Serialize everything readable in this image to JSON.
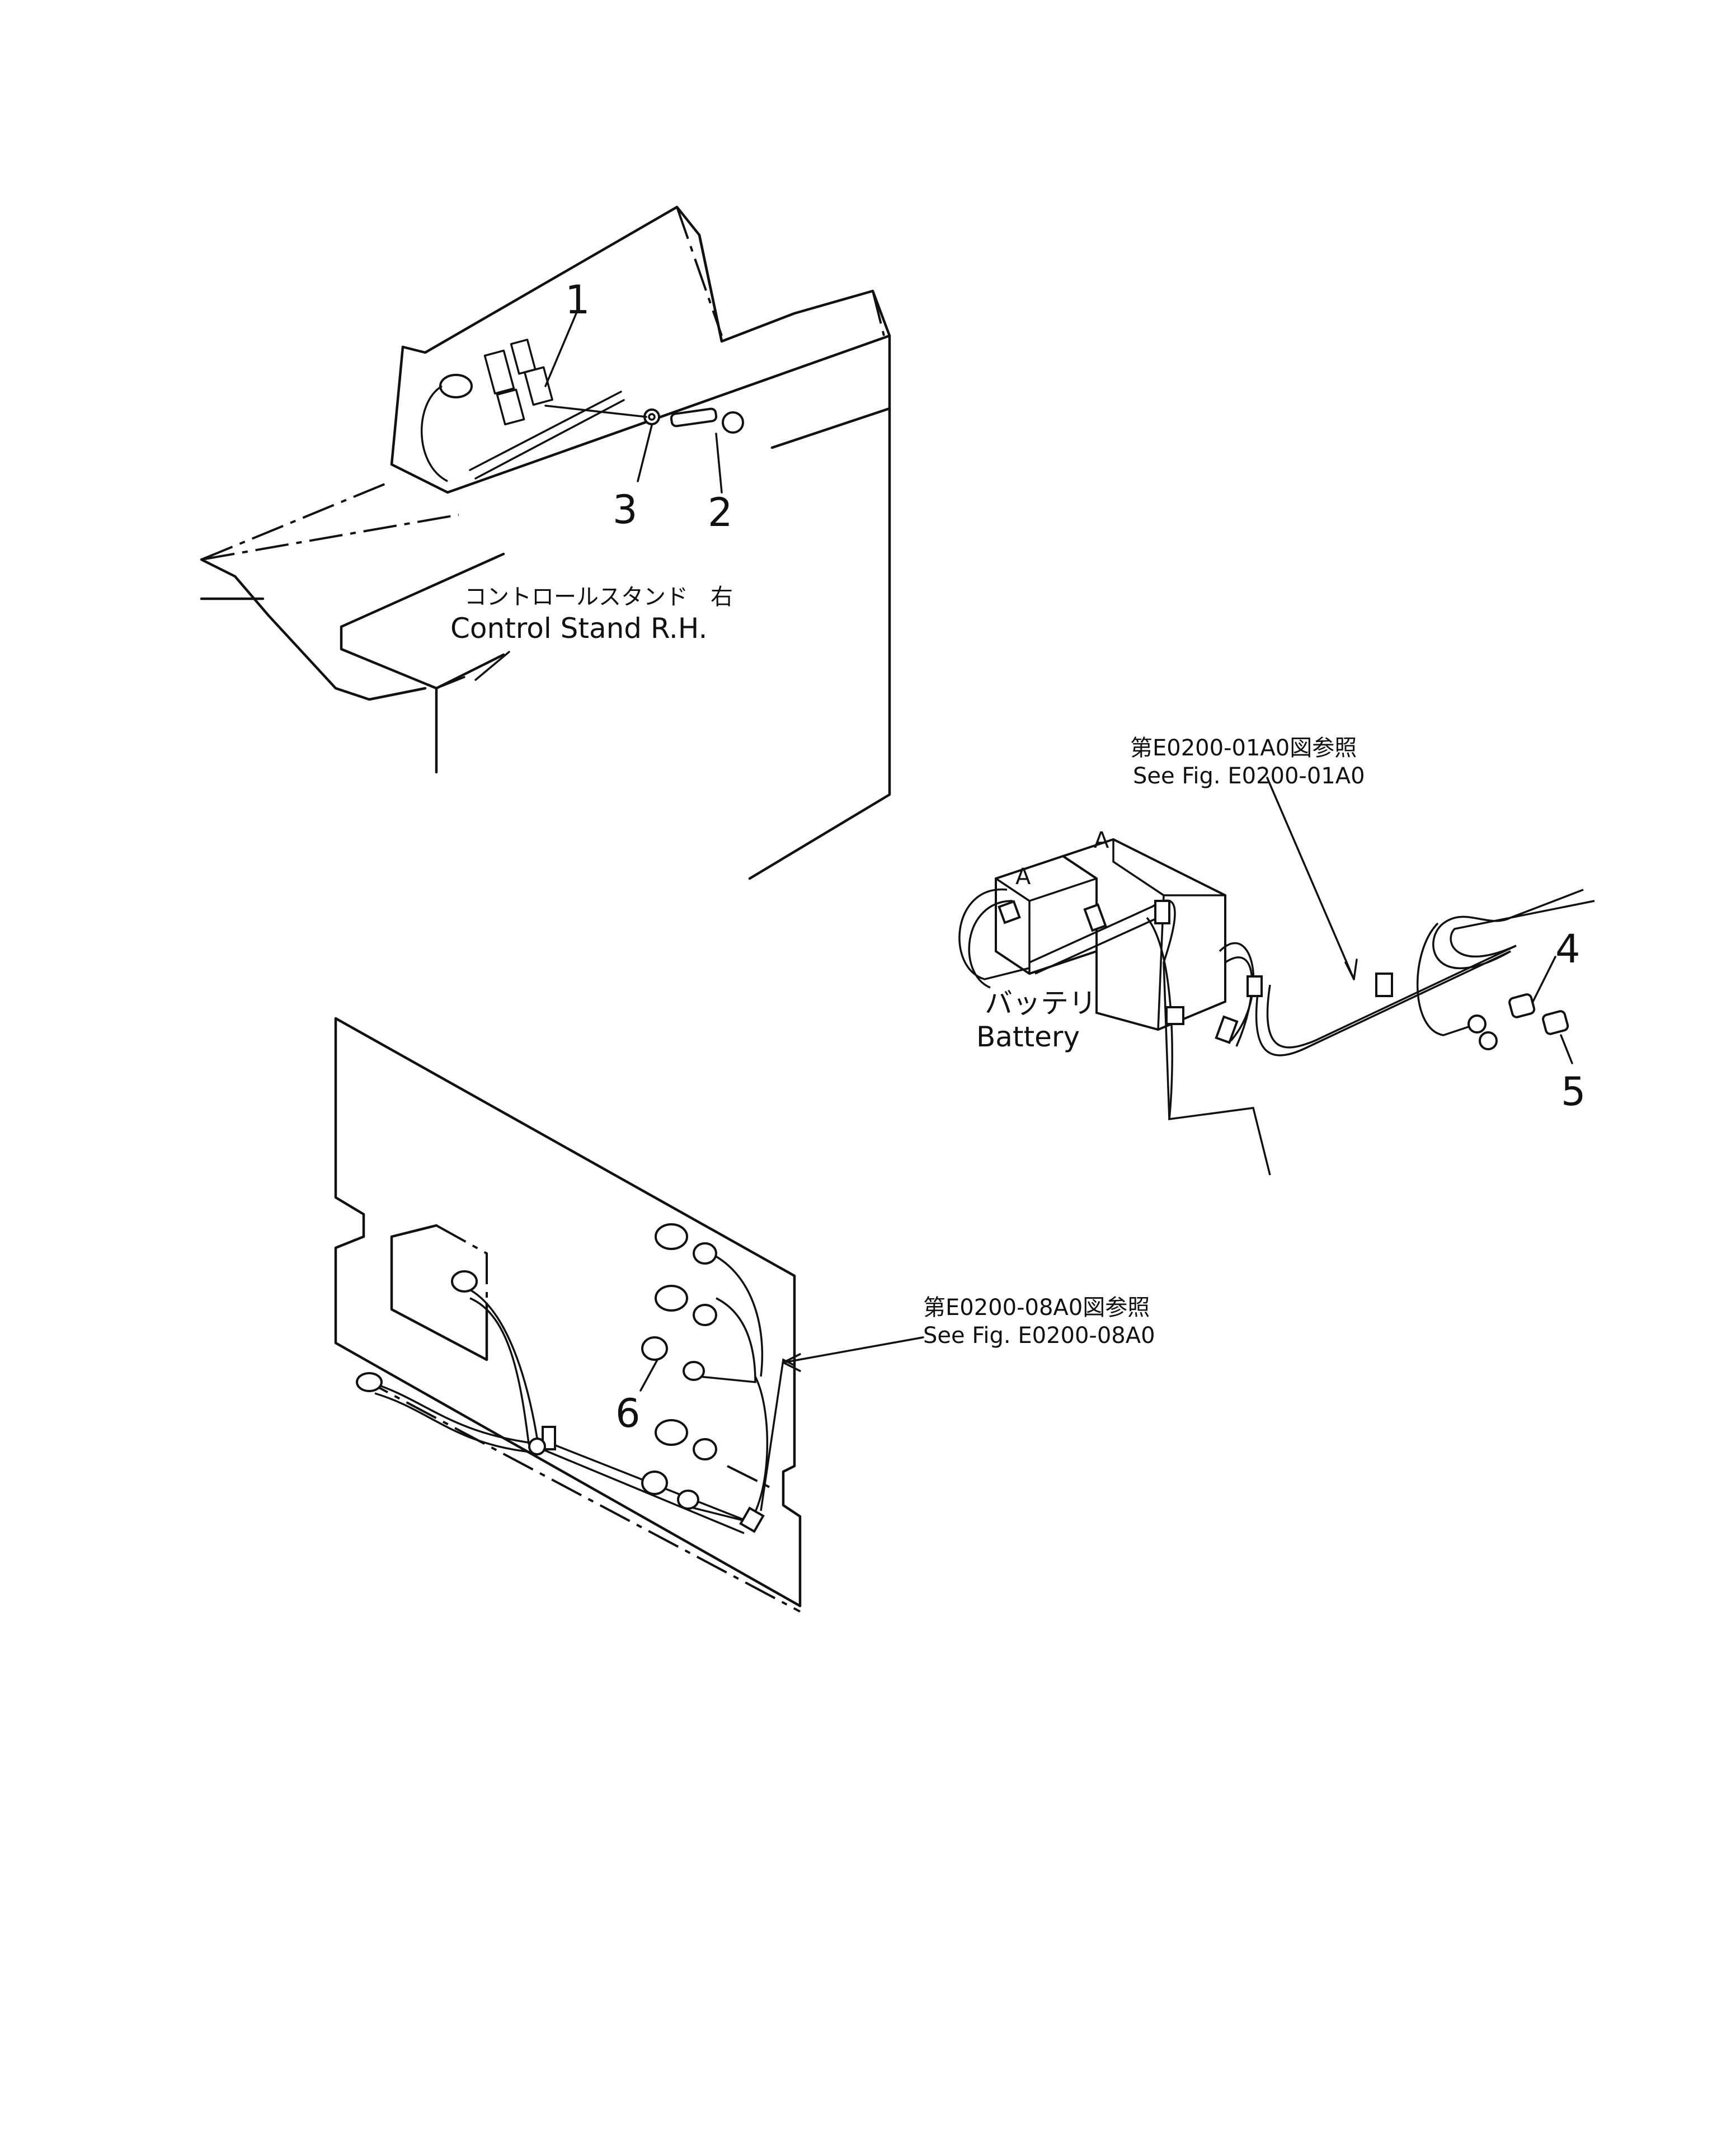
{
  "callouts": {
    "c1": "1",
    "c2": "2",
    "c3": "3",
    "c4": "4",
    "c5": "5",
    "c6": "6"
  },
  "labels": {
    "control_stand_jp": "コントロールスタンド　右",
    "control_stand_en": "Control Stand R.H.",
    "battery_jp": "バッテリ",
    "battery_en": "Battery",
    "ref1_jp": "第E0200-01A0図参照",
    "ref1_en": "See Fig. E0200-01A0",
    "ref2_jp": "第E0200-08A0図参照",
    "ref2_en": "See Fig. E0200-08A0"
  }
}
